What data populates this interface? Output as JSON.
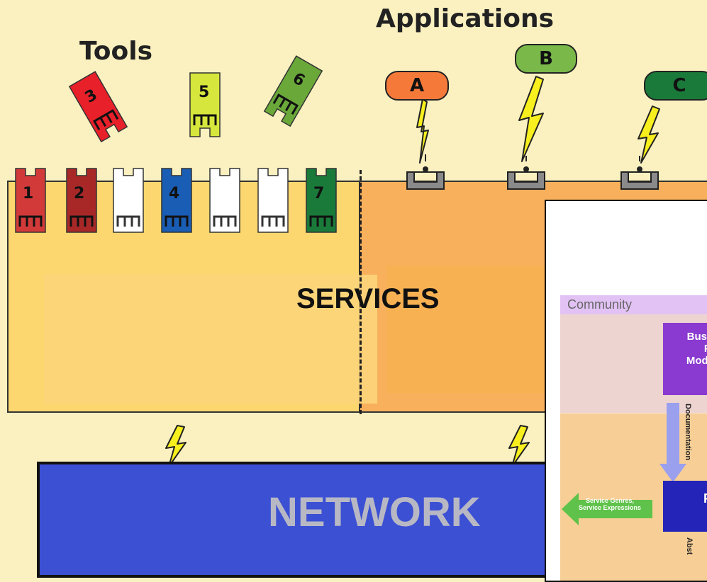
{
  "headings": {
    "applications": "Applications",
    "tools": "Tools"
  },
  "plug_in_tools": [
    {
      "number": "1",
      "color": "#d23a3a"
    },
    {
      "number": "2",
      "color": "#a82828"
    },
    {
      "number": "",
      "color": "#ffffff"
    },
    {
      "number": "4",
      "color": "#1a5db4"
    },
    {
      "number": "",
      "color": "#ffffff"
    },
    {
      "number": "",
      "color": "#ffffff"
    },
    {
      "number": "7",
      "color": "#1a7a3a"
    }
  ],
  "floating_tools": [
    {
      "number": "3",
      "color": "#e8202a"
    },
    {
      "number": "5",
      "color": "#d6e63c"
    },
    {
      "number": "6",
      "color": "#6aa83a"
    }
  ],
  "applications": [
    {
      "label": "A",
      "color": "#f57a3a"
    },
    {
      "label": "B",
      "color": "#7ab84a"
    },
    {
      "label": "C",
      "color": "#1a7a3a"
    }
  ],
  "services_label": "SERVICES",
  "network_label": "NETWORK",
  "inset": {
    "community_label": "Community",
    "business_label": "Busir\nPl\nMode",
    "documentation_label": "Documentation",
    "genres_label": "Service Genres,\nService Expressions",
    "f_label": "F",
    "abst_label": "Abst"
  }
}
